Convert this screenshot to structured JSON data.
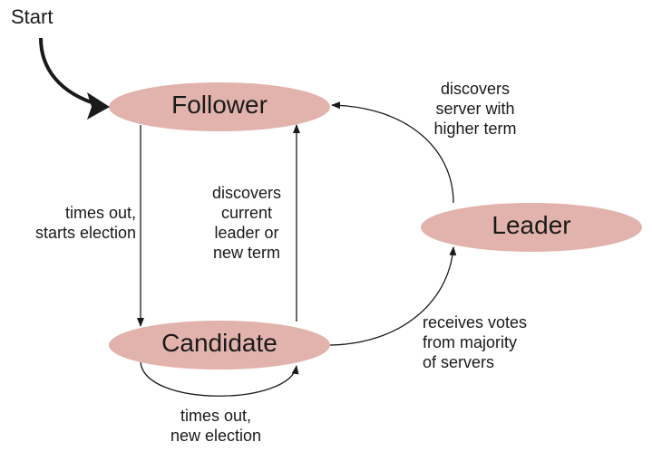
{
  "diagram": {
    "start_label": "Start",
    "colors": {
      "node_fill": "#e2b3ac",
      "arrow": "#1a1a1a"
    },
    "states": {
      "follower": "Follower",
      "candidate": "Candidate",
      "leader": "Leader"
    },
    "transitions": {
      "follower_to_candidate": [
        "times out,",
        "starts election"
      ],
      "candidate_to_follower": [
        "discovers",
        "current",
        "leader or",
        "new term"
      ],
      "candidate_self_loop": [
        "times out,",
        "new election"
      ],
      "candidate_to_leader": [
        "receives votes",
        "from majority",
        "of servers"
      ],
      "leader_to_follower": [
        "discovers",
        "server with",
        "higher term"
      ]
    }
  }
}
